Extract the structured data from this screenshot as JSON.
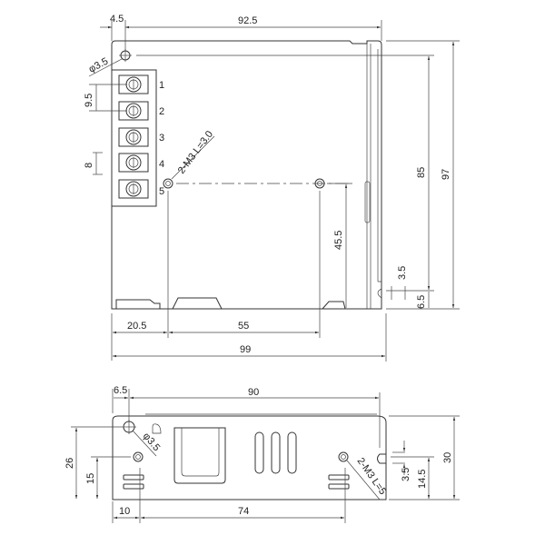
{
  "top_view": {
    "dims": {
      "d4_5": "4.5",
      "d92_5": "92.5",
      "hole": "φ3.5",
      "pitch": "9.5",
      "block": "8",
      "mount": "2-M3 L=3.0",
      "d85": "85",
      "d97": "97",
      "d45_5": "45.5",
      "d3_5": "3.5",
      "d6_5": "6.5",
      "d20_5": "20.5",
      "d55": "55",
      "d99": "99"
    },
    "terminals": [
      "1",
      "2",
      "3",
      "4",
      "5"
    ]
  },
  "side_view": {
    "dims": {
      "d6_5": "6.5",
      "d90": "90",
      "hole": "φ3.5",
      "mount": "2-M3 L=5",
      "d26": "26",
      "d15": "15",
      "d30": "30",
      "d14_5": "14.5",
      "d3_5": "3.5",
      "d10": "10",
      "d74": "74"
    }
  }
}
